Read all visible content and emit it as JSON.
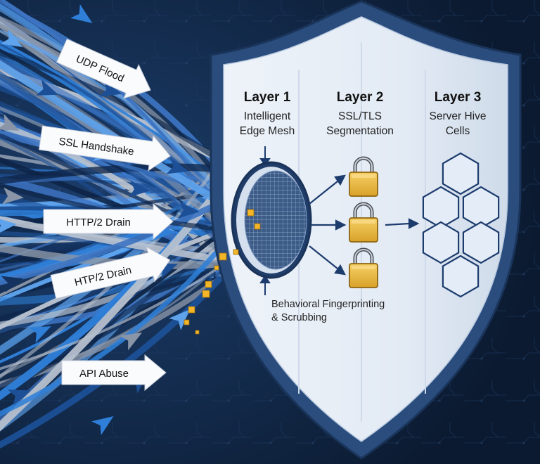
{
  "attacks": [
    {
      "label": "UDP Flood"
    },
    {
      "label": "SSL Handshake"
    },
    {
      "label": "HTTP/2 Drain"
    },
    {
      "label": "HTP/2 Drain"
    },
    {
      "label": "API Abuse"
    }
  ],
  "layers": [
    {
      "title": "Layer 1",
      "line1": "Intelligent",
      "line2": "Edge Mesh"
    },
    {
      "title": "Layer 2",
      "line1": "SSL/TLS",
      "line2": "Segmentation"
    },
    {
      "title": "Layer 3",
      "line1": "Server Hive",
      "line2": "Cells"
    }
  ],
  "scrubbing": {
    "line1": "Behavioral Fingerprinting",
    "line2": "& Scrubbing"
  },
  "colors": {
    "background": "#0f2440",
    "shield_fill": "#e3ebf5",
    "shield_border": "#2a4d7e",
    "accent_blue": "#2f86e6",
    "lock_gold": "#e8b53a",
    "hex_fill": "#e4edf7",
    "hex_stroke": "#1d3c6e"
  },
  "icons": [
    "lock-icon",
    "hexagon-icon",
    "mesh-disc-icon",
    "arrow-icon"
  ]
}
